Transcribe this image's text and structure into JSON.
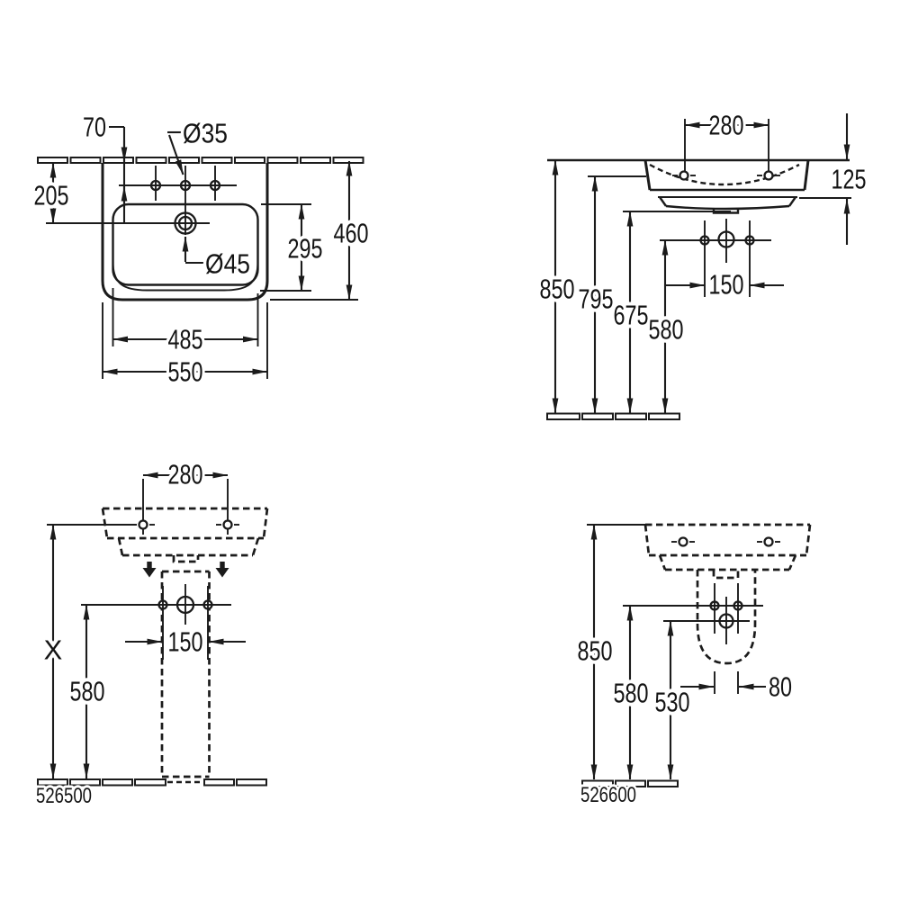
{
  "ink": "#1b1b1b",
  "background": "#ffffff",
  "views": {
    "plan": {
      "title": "washbasin-plan-view",
      "dims": {
        "tap_setback": "70",
        "tap_hole_diameter": "Ø35",
        "rear_to_outlet": "205",
        "overall_depth": "460",
        "bowl_depth": "295",
        "outlet_diameter": "Ø45",
        "bowl_width": "485",
        "overall_width": "550"
      }
    },
    "front": {
      "title": "washbasin-front-view",
      "dims": {
        "fixing_hole_spacing": "280",
        "rim_thickness": "125",
        "rim_height": "850",
        "fixing_hole_height": "795",
        "underside_height": "675",
        "bracket_height": "580",
        "bracket_spacing": "150"
      }
    },
    "pedestal": {
      "title": "washbasin-with-pedestal",
      "article_number": "526500",
      "dims": {
        "fixing_hole_spacing": "280",
        "rim_height": "X",
        "bracket_height": "580",
        "bracket_spacing": "150"
      }
    },
    "semi_pedestal": {
      "title": "washbasin-with-semi-pedestal",
      "article_number": "526600",
      "dims": {
        "rim_height": "850",
        "bracket_height": "580",
        "outlet_height": "530",
        "bracket_spacing": "80"
      }
    }
  }
}
